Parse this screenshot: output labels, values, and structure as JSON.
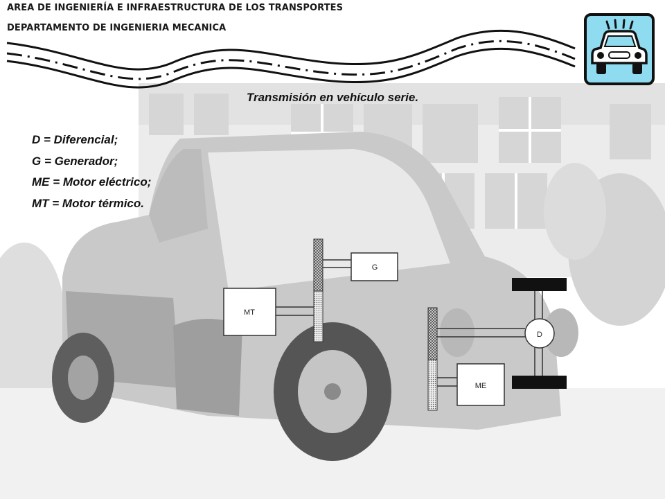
{
  "header": {
    "line1": "AREA DE INGENIERÍA E INFRAESTRUCTURA DE LOS TRANSPORTES",
    "line2": "DEPARTAMENTO DE INGENIERIA MECANICA"
  },
  "logo": {
    "icon": "car-icon",
    "background": "#8fdcf0"
  },
  "slide": {
    "title": "Transmisión en vehículo serie.",
    "legend": [
      "D = Diferencial;",
      "G = Generador;",
      "ME = Motor eléctrico;",
      "MT = Motor térmico."
    ]
  },
  "diagram": {
    "generator": "G",
    "thermal_motor": "MT",
    "electric_motor": "ME",
    "differential": "D"
  }
}
